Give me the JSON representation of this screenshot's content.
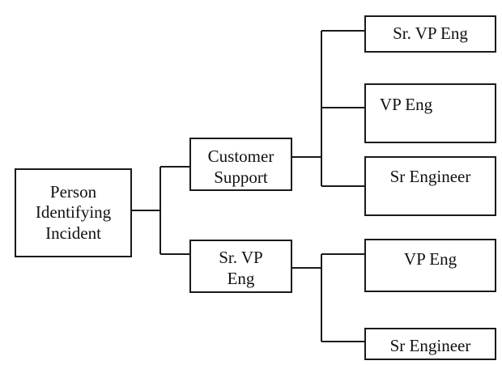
{
  "nodes": {
    "person": "Person\nIdentifying\nIncident",
    "customer_support": "Customer\nSupport",
    "sr_vp_eng_mid": "Sr. VP\nEng",
    "sr_vp_eng_top": "Sr. VP Eng",
    "vp_eng_top": "VP Eng",
    "sr_engineer_top": "Sr Engineer",
    "vp_eng_bottom": "VP Eng",
    "sr_engineer_bottom": "Sr Engineer"
  },
  "colors": {
    "line": "#1a1a1a",
    "background": "#ffffff"
  }
}
